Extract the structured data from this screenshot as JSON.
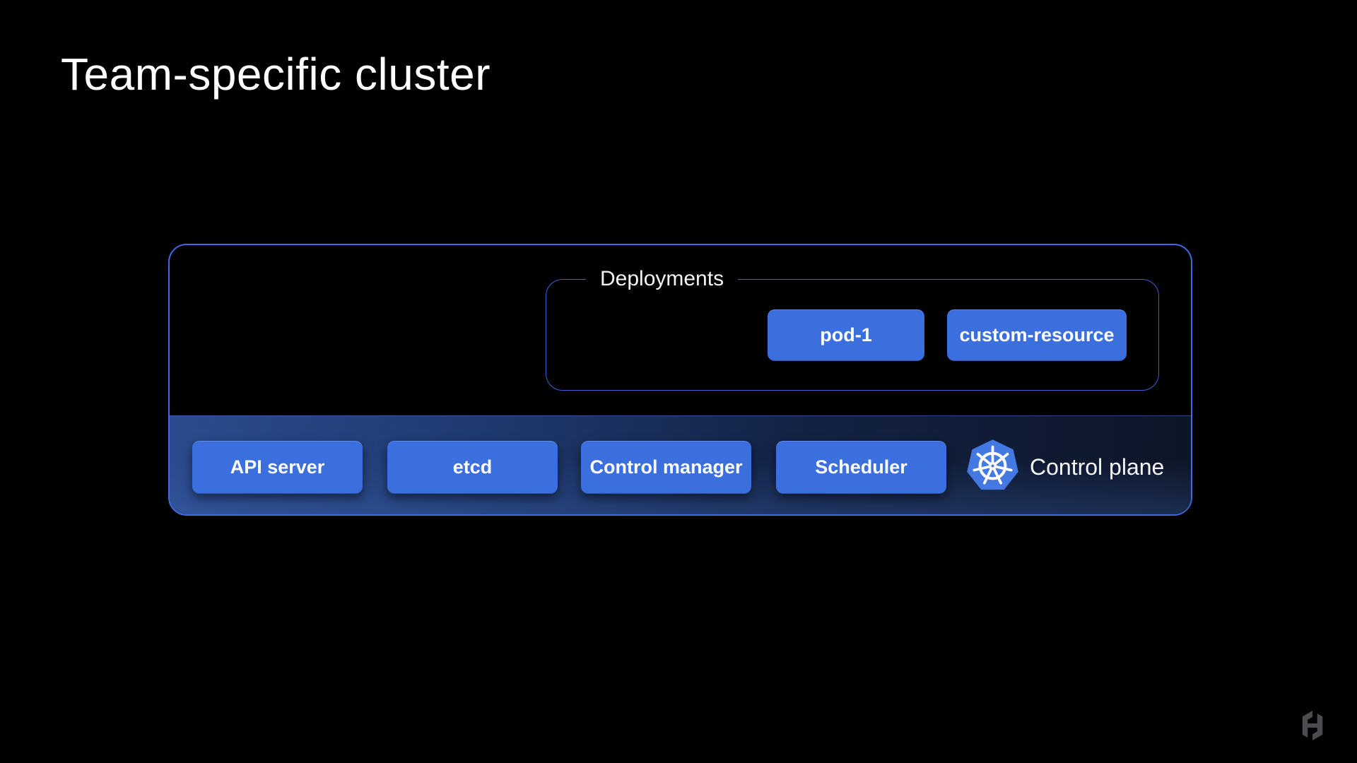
{
  "slide": {
    "title": "Team-specific cluster",
    "background_color": "#000000",
    "accent_color": "#3b6fde",
    "cluster_border_color": "#4169e1",
    "bar_gradient": [
      "#2b4b8e",
      "#0d1527"
    ]
  },
  "cluster": {
    "deployments": {
      "label": "Deployments",
      "items": [
        {
          "label": "pod-1"
        },
        {
          "label": "custom-resource"
        }
      ]
    },
    "control_plane": {
      "label": "Control plane",
      "icon": "kubernetes-icon",
      "icon_color": "#4478e2",
      "components": [
        {
          "label": "API server"
        },
        {
          "label": "etcd"
        },
        {
          "label": "Control manager"
        },
        {
          "label": "Scheduler"
        }
      ]
    }
  },
  "footer": {
    "logo": "hashicorp-icon",
    "logo_color": "#4b4b50"
  }
}
